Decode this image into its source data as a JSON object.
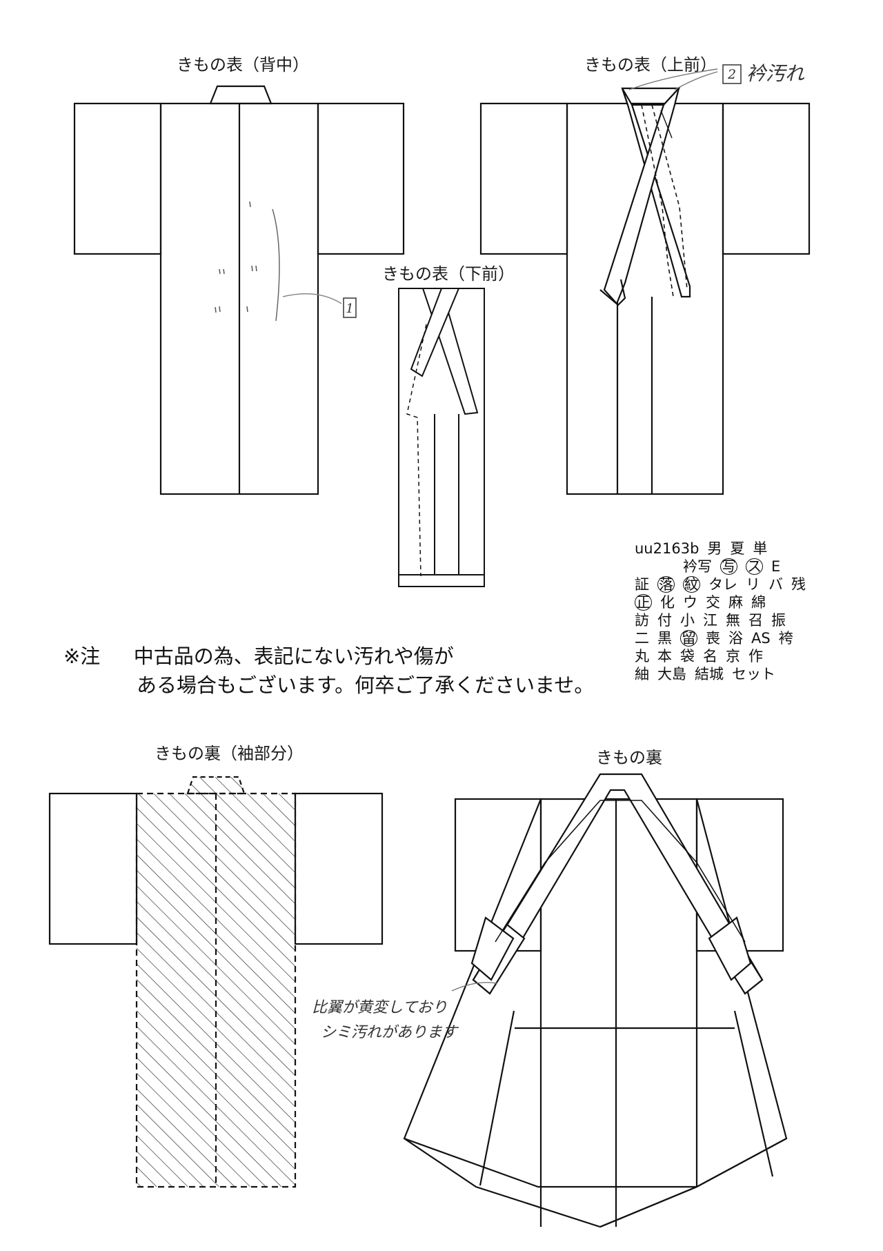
{
  "labels": {
    "front_back": "きもの表（背中）",
    "front_upper": "きもの表（上前）",
    "front_lower": "きもの表（下前）",
    "lining_sleeve": "きもの裏（袖部分）",
    "lining": "きもの裏"
  },
  "annotations": {
    "mark_1": "1",
    "mark_2": "2",
    "collar_stain": "衿汚れ",
    "hiyoku_line1": "比翼が黄変しており",
    "hiyoku_line2": "シミ汚れがあります"
  },
  "note": {
    "prefix": "※注",
    "line1": "中古品の為、表記にない汚れや傷が",
    "line2": "ある場合もございます。何卒ご了承くださいませ。"
  },
  "codes": {
    "id": "uu2163b",
    "rows": [
      [
        {
          "t": "uu2163b"
        },
        {
          "t": "男"
        },
        {
          "t": "夏"
        },
        {
          "t": "単"
        }
      ],
      [
        {
          "t": "衿写"
        },
        {
          "t": "写",
          "c": true
        },
        {
          "t": "ス",
          "c": true
        },
        {
          "t": "E"
        }
      ],
      [
        {
          "t": "証"
        },
        {
          "t": "落",
          "c": true
        },
        {
          "t": "紋",
          "c": true
        },
        {
          "t": "タレ"
        },
        {
          "t": "リ"
        },
        {
          "t": "バ"
        },
        {
          "t": "残"
        }
      ],
      [
        {
          "t": "正",
          "c": true
        },
        {
          "t": "化"
        },
        {
          "t": "ウ"
        },
        {
          "t": "交"
        },
        {
          "t": "麻"
        },
        {
          "t": "綿"
        }
      ],
      [
        {
          "t": "訪"
        },
        {
          "t": "付"
        },
        {
          "t": "小"
        },
        {
          "t": "江"
        },
        {
          "t": "無"
        },
        {
          "t": "召"
        },
        {
          "t": "振"
        }
      ],
      [
        {
          "t": "二"
        },
        {
          "t": "黒"
        },
        {
          "t": "留",
          "c": true
        },
        {
          "t": "喪"
        },
        {
          "t": "浴"
        },
        {
          "t": "AS"
        },
        {
          "t": "袴"
        }
      ],
      [
        {
          "t": "丸"
        },
        {
          "t": "本"
        },
        {
          "t": "袋"
        },
        {
          "t": "名"
        },
        {
          "t": "京"
        },
        {
          "t": "作"
        }
      ],
      [
        {
          "t": "紬"
        },
        {
          "t": "大島"
        },
        {
          "t": "結城"
        },
        {
          "t": "セット"
        }
      ]
    ]
  }
}
